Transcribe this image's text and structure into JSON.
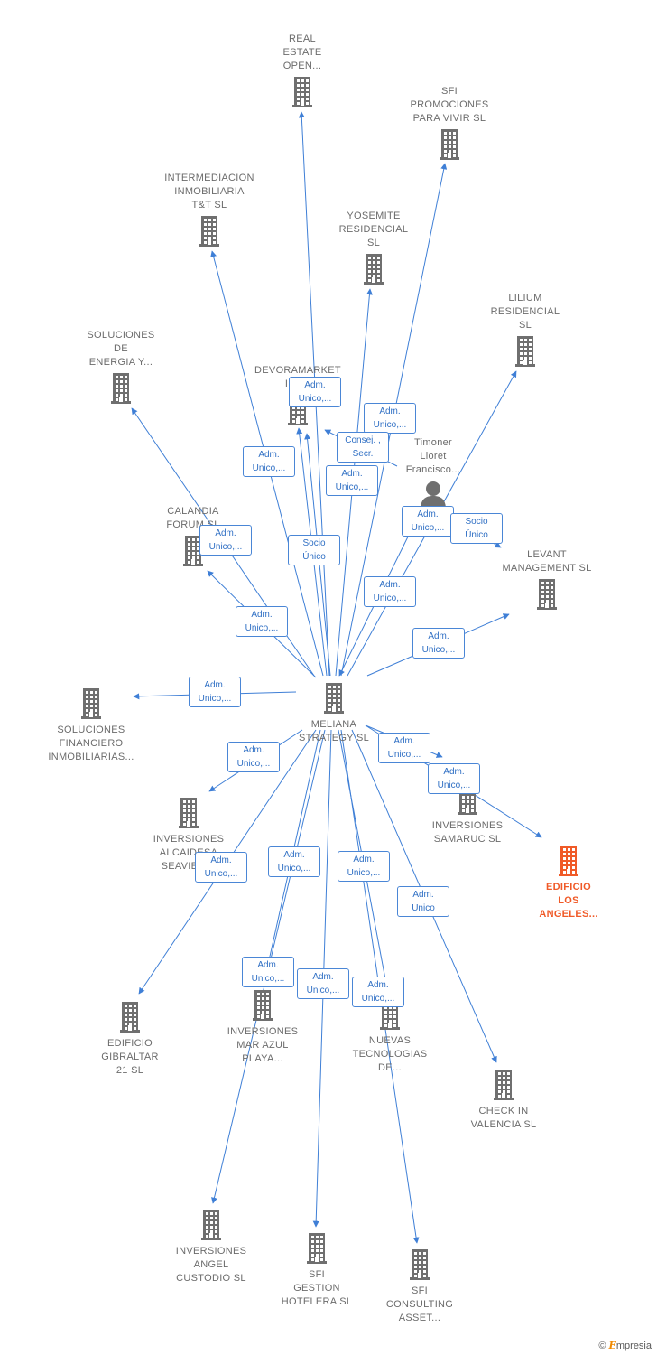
{
  "colors": {
    "edge": "#3f7fd6",
    "node": "#6f6f6f",
    "highlight": "#f05a28",
    "label_border": "#4a86d6"
  },
  "center": {
    "id": "meliana",
    "label": "MELIANA\nSTRATEGY SL",
    "icon": "building-icon"
  },
  "nodes": [
    {
      "id": "meliana",
      "label": "MELIANA\nSTRATEGY SL",
      "icon": "building-icon",
      "highlight": false
    },
    {
      "id": "real_estate",
      "label": "REAL\nESTATE\nOPEN...",
      "icon": "building-icon",
      "highlight": false
    },
    {
      "id": "sfi_promociones",
      "label": "SFI\nPROMOCIONES\nPARA VIVIR  SL",
      "icon": "building-icon",
      "highlight": false
    },
    {
      "id": "intermediacion",
      "label": "INTERMEDIACION\nINMOBILIARIA\nT&T  SL",
      "icon": "building-icon",
      "highlight": false
    },
    {
      "id": "yosemite",
      "label": "YOSEMITE\nRESIDENCIAL\nSL",
      "icon": "building-icon",
      "highlight": false
    },
    {
      "id": "lilium",
      "label": "LILIUM\nRESIDENCIAL\nSL",
      "icon": "building-icon",
      "highlight": false
    },
    {
      "id": "soluciones_energia",
      "label": "SOLUCIONES\nDE\nENERGIA Y...",
      "icon": "building-icon",
      "highlight": false
    },
    {
      "id": "devoramarket",
      "label": "DEVORAMARKET\nINV...",
      "icon": "building-icon",
      "highlight": false
    },
    {
      "id": "timoner",
      "label": "Timoner\nLloret\nFrancisco...",
      "icon": "person-icon",
      "highlight": false
    },
    {
      "id": "calandia",
      "label": "CALANDIA\nFORUM  SL",
      "icon": "building-icon",
      "highlight": false
    },
    {
      "id": "levant",
      "label": "LEVANT\nMANAGEMENT SL",
      "icon": "building-icon",
      "highlight": false
    },
    {
      "id": "soluciones_financiero",
      "label": "SOLUCIONES\nFINANCIERO\nINMOBILIARIAS...",
      "icon": "building-icon",
      "highlight": false
    },
    {
      "id": "inversiones_samaruc",
      "label": "INVERSIONES\nSAMARUC  SL",
      "icon": "building-icon",
      "highlight": false
    },
    {
      "id": "edificio_los_angeles",
      "label": "EDIFICIO\nLOS\nANGELES...",
      "icon": "building-icon",
      "highlight": true
    },
    {
      "id": "inversiones_alcaidesa",
      "label": "INVERSIONES\nALCAIDESA\nSEAVIEW...",
      "icon": "building-icon",
      "highlight": false
    },
    {
      "id": "edificio_gibraltar",
      "label": "EDIFICIO\nGIBRALTAR\n21  SL",
      "icon": "building-icon",
      "highlight": false
    },
    {
      "id": "inversiones_mar_azul",
      "label": "INVERSIONES\nMAR AZUL\nPLAYA...",
      "icon": "building-icon",
      "highlight": false
    },
    {
      "id": "nuevas_tecnologias",
      "label": "NUEVAS\nTECNOLOGIAS\nDE...",
      "icon": "building-icon",
      "highlight": false
    },
    {
      "id": "check_in",
      "label": "CHECK IN\nVALENCIA  SL",
      "icon": "building-icon",
      "highlight": false
    },
    {
      "id": "inversiones_angel",
      "label": "INVERSIONES\nANGEL\nCUSTODIO  SL",
      "icon": "building-icon",
      "highlight": false
    },
    {
      "id": "sfi_gestion",
      "label": "SFI\nGESTION\nHOTELERA  SL",
      "icon": "building-icon",
      "highlight": false
    },
    {
      "id": "sfi_consulting",
      "label": "SFI\nCONSULTING\nASSET...",
      "icon": "building-icon",
      "highlight": false
    }
  ],
  "relations": [
    {
      "from": "meliana",
      "to": "real_estate",
      "label": ""
    },
    {
      "from": "meliana",
      "to": "sfi_promociones",
      "label": "Adm.\nUnico,..."
    },
    {
      "from": "meliana",
      "to": "intermediacion",
      "label": "Adm.\nUnico,..."
    },
    {
      "from": "meliana",
      "to": "yosemite",
      "label": "Adm.\nUnico,..."
    },
    {
      "from": "meliana",
      "to": "lilium",
      "label": "Adm.\nUnico,..."
    },
    {
      "from": "meliana",
      "to": "soluciones_energia",
      "label": "Adm.\nUnico,..."
    },
    {
      "from": "meliana",
      "to": "devoramarket",
      "label": "Adm.\nUnico,..."
    },
    {
      "from": "timoner",
      "to": "devoramarket",
      "label": "Consej. ,\nSecr."
    },
    {
      "from": "meliana",
      "to": "devoramarket",
      "label": "Socio\nÚnico"
    },
    {
      "from": "timoner",
      "to": "meliana",
      "label": "Adm.\nUnico,..."
    },
    {
      "from": "timoner",
      "to": "levant",
      "label": "Socio\nÚnico"
    },
    {
      "from": "meliana",
      "to": "calandia",
      "label": "Adm.\nUnico,..."
    },
    {
      "from": "meliana",
      "to": "levant",
      "label": "Adm.\nUnico,..."
    },
    {
      "from": "meliana",
      "to": "soluciones_financiero",
      "label": "Adm.\nUnico,..."
    },
    {
      "from": "meliana",
      "to": "inversiones_samaruc",
      "label": "Adm.\nUnico,..."
    },
    {
      "from": "meliana",
      "to": "edificio_los_angeles",
      "label": "Adm.\nUnico,..."
    },
    {
      "from": "meliana",
      "to": "inversiones_alcaidesa",
      "label": "Adm.\nUnico,..."
    },
    {
      "from": "meliana",
      "to": "edificio_gibraltar",
      "label": "Adm.\nUnico,..."
    },
    {
      "from": "meliana",
      "to": "inversiones_mar_azul",
      "label": "Adm.\nUnico,..."
    },
    {
      "from": "meliana",
      "to": "nuevas_tecnologias",
      "label": "Adm.\nUnico,..."
    },
    {
      "from": "meliana",
      "to": "check_in",
      "label": "Adm.\nUnico"
    },
    {
      "from": "meliana",
      "to": "inversiones_angel",
      "label": "Adm.\nUnico,..."
    },
    {
      "from": "meliana",
      "to": "sfi_gestion",
      "label": "Adm.\nUnico,..."
    },
    {
      "from": "meliana",
      "to": "sfi_consulting",
      "label": "Adm.\nUnico,..."
    }
  ],
  "footer": {
    "copyright": "©",
    "brand_first": "E",
    "brand_rest": "mpresia"
  }
}
